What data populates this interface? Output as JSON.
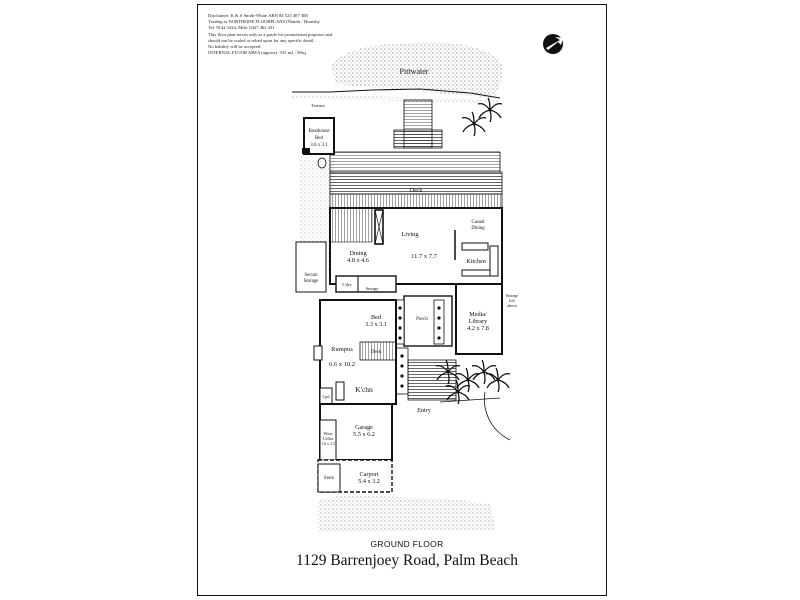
{
  "disclaimer": {
    "lines": [
      "Disclaimer:   K & S Smith-White   ABN 84 523 407 308",
      "Trading as NORTHSIDE FLOORPLANS (Nambi - Hornsby",
      "Tel: 9144 3434; Mob: 0427 462 431",
      "This floor plan serves only as a guide for promotional purposes and",
      "should not be scaled or relied upon for any specific detail.",
      "No liability will be accepted.",
      "INTERNAL FLOOR AREA (approx): 541 m2 : 58sq"
    ]
  },
  "labels": {
    "pittwater": "Pittwater",
    "terrace": "Terrace",
    "boathouse_1": "Boathouse",
    "boathouse_2": "Bed",
    "boathouse_3": "3.0 x 3.1",
    "deck_main": "Deck",
    "living_1": "Living",
    "living_2": "11.7 x 7.7",
    "dining_1": "Dining",
    "dining_2": "4.8 x 4.6",
    "casual_1": "Casual",
    "casual_2": "Dining",
    "kitchen": "Kitchen",
    "secure_1": "Secure",
    "secure_2": "Storage",
    "storage": "Storage",
    "ldry": "L'dry",
    "storage_loft_1": "Storage",
    "storage_loft_2": "loft",
    "storage_loft_3": "above",
    "bed_1": "Bed",
    "bed_2": "3.3 x 3.1",
    "porch": "Porch",
    "media_1": "Media/",
    "media_2": "Library",
    "media_3": "4.2 x 7.8",
    "rumpus_1": "Rumpus",
    "rumpus_2": "6.6 x 10.2",
    "deck_small": "Deck",
    "kchn": "K'chn",
    "cpd": "Cpd",
    "entry": "Entry",
    "garage_1": "Garage",
    "garage_2": "5.5 x 6.2",
    "wine_1": "Wine",
    "wine_2": "Cellar",
    "wine_3": "1.6 x 3.3",
    "store": "Store",
    "carport_1": "Carport",
    "carport_2": "5.4 x 3.2"
  },
  "footer": {
    "floor": "GROUND FLOOR",
    "address": "1129 Barrenjoey Road, Palm Beach"
  },
  "icons": {
    "north": "north-arrow-icon",
    "plants": "palm-plant-icon"
  }
}
